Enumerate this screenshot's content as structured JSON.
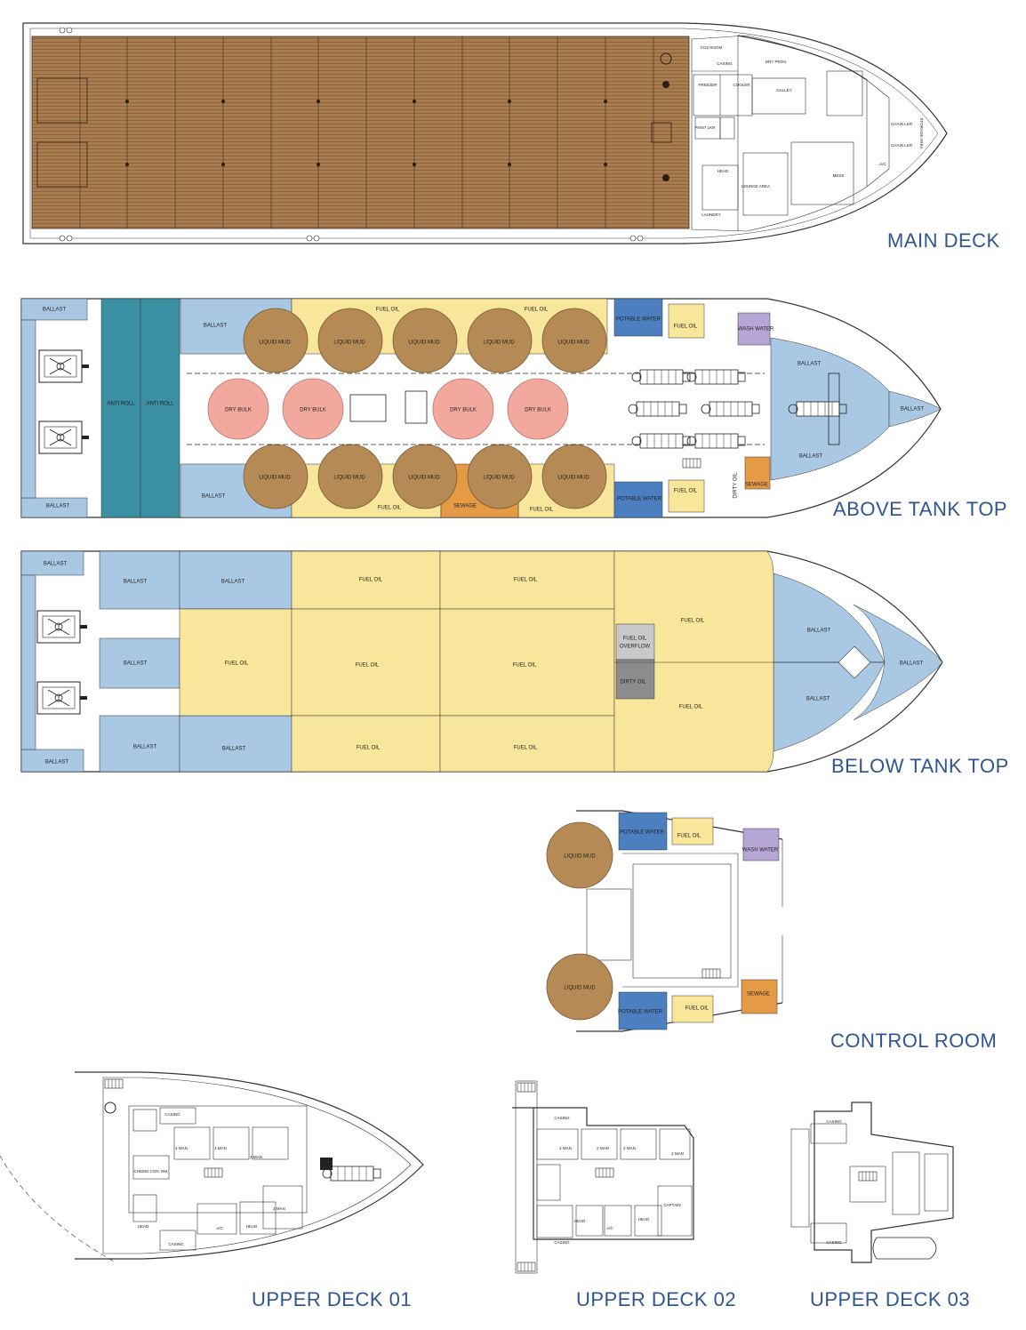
{
  "titles": {
    "main_deck": "MAIN DECK",
    "above_tank_top": "ABOVE TANK TOP",
    "below_tank_top": "BELOW TANK TOP",
    "control_room": "CONTROL ROOM",
    "upper_deck_01": "UPPER DECK 01",
    "upper_deck_02": "UPPER DECK 02",
    "upper_deck_03": "UPPER DECK 03"
  },
  "colors": {
    "ballast": "#a9c8e4",
    "fuel_oil": "#f8e79a",
    "liquid_mud": "#b58a55",
    "dry_bulk": "#f2a89d",
    "anti_roll": "#3b8fa3",
    "potable_water": "#4b7fc0",
    "wash_water": "#b6a6d6",
    "sewage": "#e59a45",
    "overflow": "#c9c9c9",
    "dirty_oil": "#8c8c8c",
    "deck_wood": "#a87c4e",
    "title": "#2f5592"
  },
  "icons": {
    "thruster": "thruster-icon",
    "engine": "engine-icon",
    "ladder": "ladder-icon"
  },
  "main_deck": {
    "rooms": {
      "co2": "CO2 ROOM",
      "casing": "CASING",
      "dry_prov": "DRY PROV.",
      "freezer": "FREEZER",
      "cooler": "COOLER",
      "galley": "GALLEY",
      "paint": "PAINT LKR",
      "head": "HEAD",
      "lounge": "LOUNGE AREA",
      "laundry": "LAUNDRY",
      "mess": "MESS",
      "chain1": "CHAIN LKR",
      "chain2": "CHAIN LKR",
      "ac": "A/C",
      "storage": "STORAGE AREA"
    }
  },
  "tank_labels": {
    "ballast": "BALLAST",
    "fuel_oil": "FUEL OIL",
    "liquid_mud": "LIQUID MUD",
    "dry_bulk": "DRY BULK",
    "anti_roll": "ANTI ROLL",
    "potable_water": "POTABLE WATER",
    "wash_water": "WASH WATER",
    "sewage": "SEWAGE",
    "fo_overflow_1": "FUEL OIL",
    "fo_overflow_2": "OVERFLOW",
    "dirty_oil": "DIRTY OIL",
    "dirty_oil_vert": "DIRTY OIL"
  },
  "upper_deck_rooms": {
    "casing": "CASING",
    "head": "HEAD",
    "ac": "A/C",
    "two_man": "2 MAN",
    "four_man": "4 MAN",
    "chemo": "CHEMO CON. RM.",
    "captain": "CAPTAIN"
  }
}
